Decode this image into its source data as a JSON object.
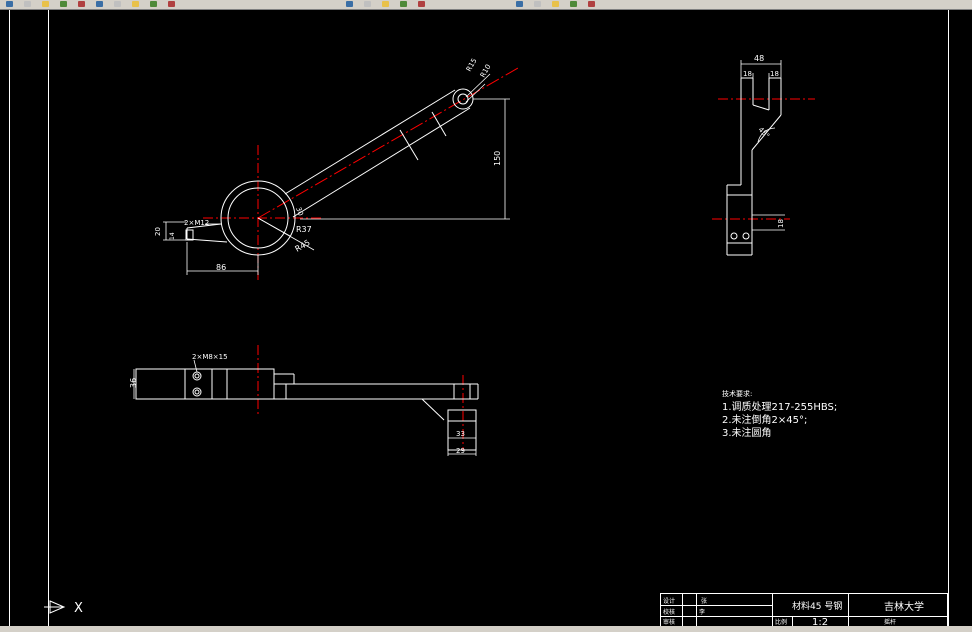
{
  "colors": {
    "background": "#000000",
    "geometry": "#ffffff",
    "centerline": "#ff0000",
    "toolbar": "#d4d0c8"
  },
  "toolbar": {
    "icons": [
      "new-file-icon",
      "open-icon",
      "save-icon",
      "print-icon",
      "preview-icon",
      "cut-icon",
      "copy-icon",
      "paste-icon",
      "match-icon",
      "undo-icon",
      "redo-icon",
      "pan-icon",
      "zoom-icon",
      "zoom-window-icon",
      "zoom-previous-icon",
      "properties-icon",
      "design-center-icon",
      "tool-palette-icon",
      "help-icon",
      "layer-icon"
    ]
  },
  "drawing": {
    "top_view": {
      "dims": {
        "r15": "R15",
        "r10": "R10",
        "d150": "150",
        "hole": "2×M12",
        "w20": "20",
        "w14": "14",
        "d86": "86",
        "r37": "R37",
        "r45": "R45",
        "d30": "30"
      }
    },
    "side_view": {
      "dims": {
        "d48": "48",
        "d18a": "18",
        "d18b": "18",
        "angle": "45°",
        "d18c": "18"
      }
    },
    "front_view": {
      "dims": {
        "thread": "2×M8×15",
        "d36": "36",
        "d33": "33",
        "d29": "29"
      }
    },
    "notes": {
      "title": "技术要求:",
      "line1": "1.调质处理217-255HBS;",
      "line2": "2.未注倒角2×45°;",
      "line3": "3.未注圆角"
    },
    "title_block": {
      "designer_label": "设计",
      "designer_value": "张",
      "checker_label": "校核",
      "checker_value": "李",
      "review_label": "审核",
      "material": "材料45 号钢",
      "school": "吉林大学",
      "scale_label": "比例",
      "scale_value": "1:2",
      "part_label": "摇杆"
    }
  },
  "ucs": {
    "x_label": "X"
  }
}
